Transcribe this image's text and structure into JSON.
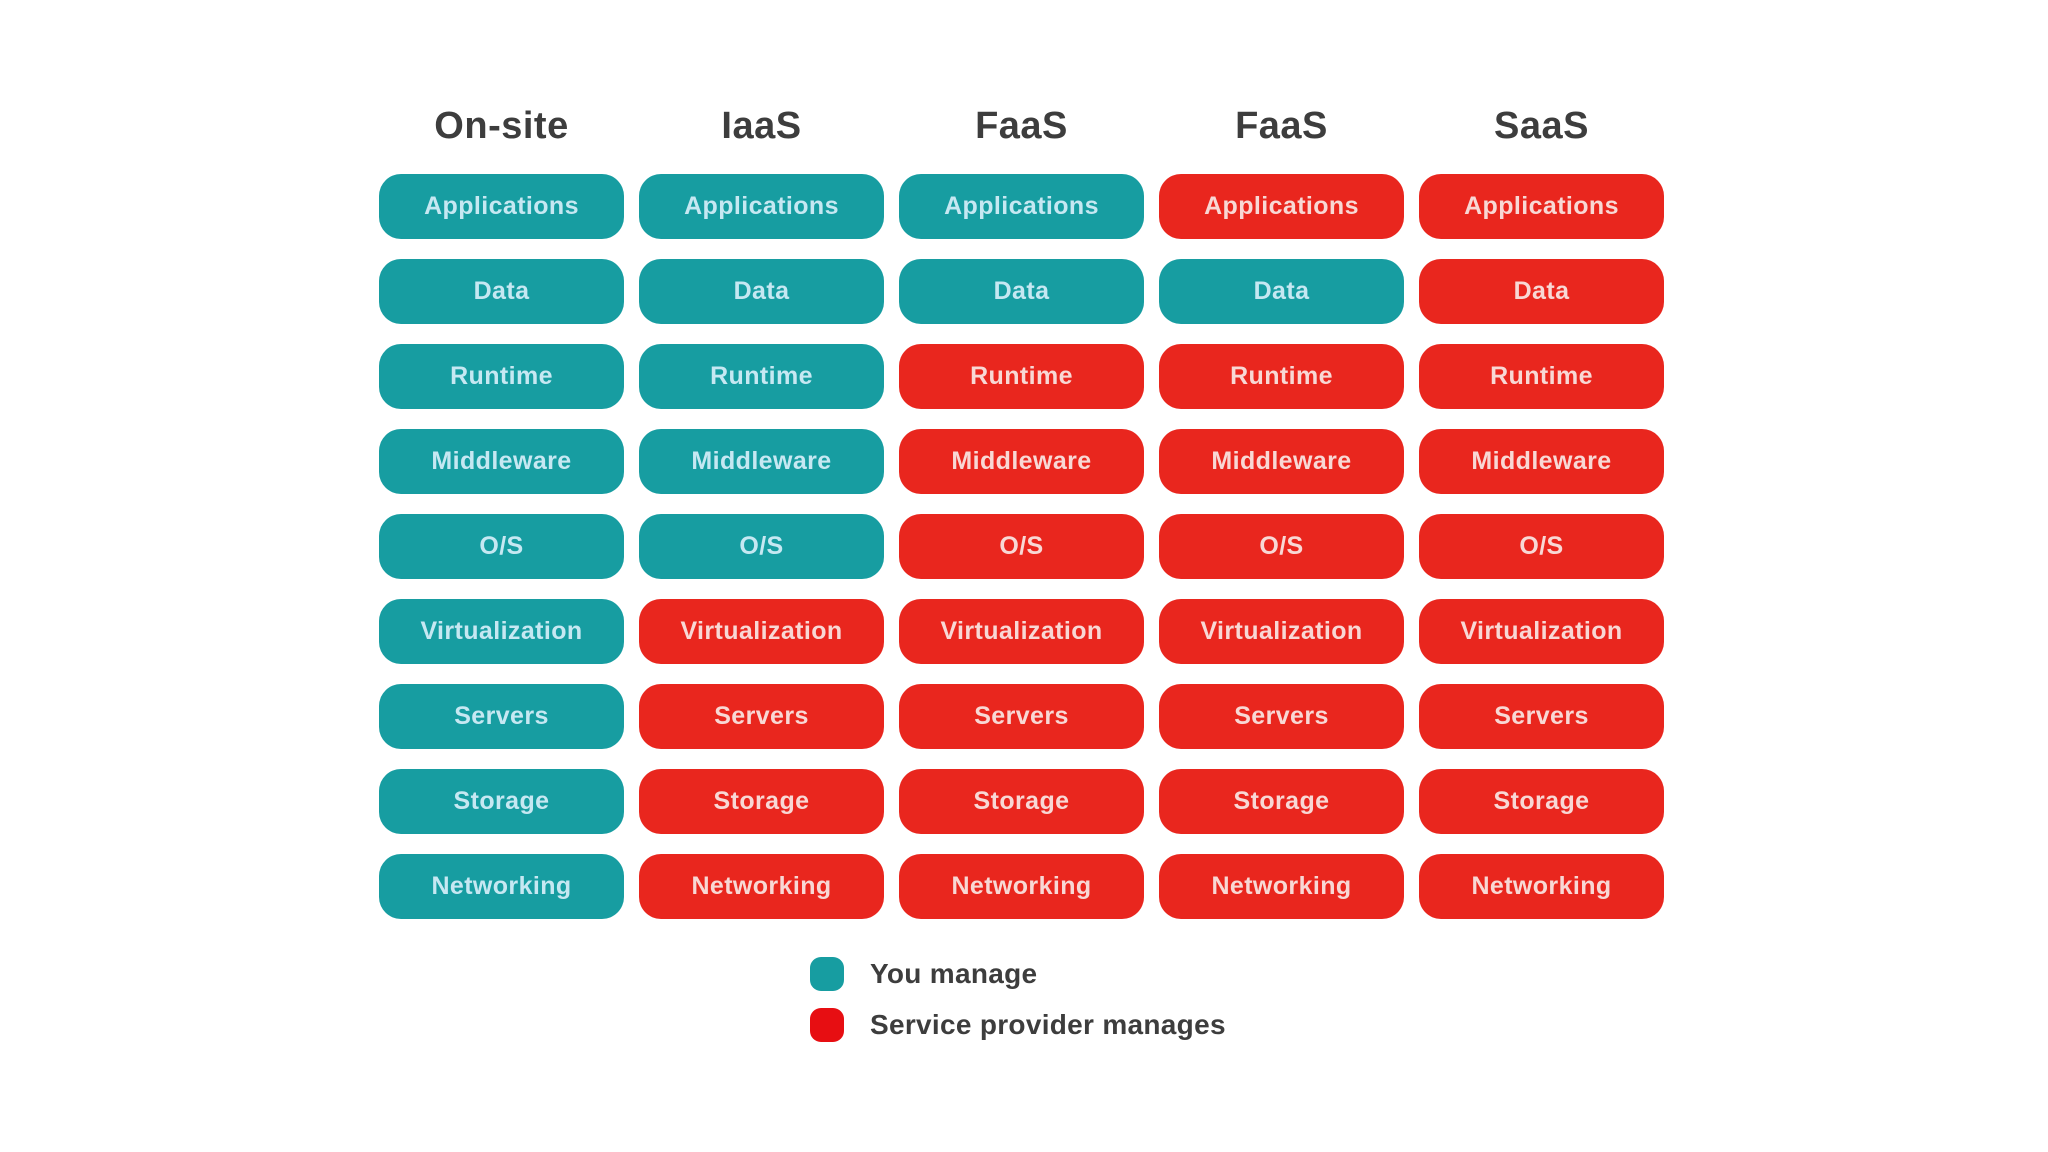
{
  "colors": {
    "you_manage_teal": "#179da1",
    "provider_manage_red": "#e9261e",
    "legend_red": "#e70e12",
    "header_text": "#3d3d3d",
    "pill_text_teal": "#c6e8f2",
    "pill_text_red": "#f8d8d5",
    "background": "#ffffff"
  },
  "columns": [
    {
      "label": "On-site",
      "cells": [
        {
          "text": "Applications",
          "managed_by": "you"
        },
        {
          "text": "Data",
          "managed_by": "you"
        },
        {
          "text": "Runtime",
          "managed_by": "you"
        },
        {
          "text": "Middleware",
          "managed_by": "you"
        },
        {
          "text": "O/S",
          "managed_by": "you"
        },
        {
          "text": "Virtualization",
          "managed_by": "you"
        },
        {
          "text": "Servers",
          "managed_by": "you"
        },
        {
          "text": "Storage",
          "managed_by": "you"
        },
        {
          "text": "Networking",
          "managed_by": "you"
        }
      ]
    },
    {
      "label": "IaaS",
      "cells": [
        {
          "text": "Applications",
          "managed_by": "you"
        },
        {
          "text": "Data",
          "managed_by": "you"
        },
        {
          "text": "Runtime",
          "managed_by": "you"
        },
        {
          "text": "Middleware",
          "managed_by": "you"
        },
        {
          "text": "O/S",
          "managed_by": "you"
        },
        {
          "text": "Virtualization",
          "managed_by": "provider"
        },
        {
          "text": "Servers",
          "managed_by": "provider"
        },
        {
          "text": "Storage",
          "managed_by": "provider"
        },
        {
          "text": "Networking",
          "managed_by": "provider"
        }
      ]
    },
    {
      "label": "FaaS",
      "cells": [
        {
          "text": "Applications",
          "managed_by": "you"
        },
        {
          "text": "Data",
          "managed_by": "you"
        },
        {
          "text": "Runtime",
          "managed_by": "provider"
        },
        {
          "text": "Middleware",
          "managed_by": "provider"
        },
        {
          "text": "O/S",
          "managed_by": "provider"
        },
        {
          "text": "Virtualization",
          "managed_by": "provider"
        },
        {
          "text": "Servers",
          "managed_by": "provider"
        },
        {
          "text": "Storage",
          "managed_by": "provider"
        },
        {
          "text": "Networking",
          "managed_by": "provider"
        }
      ]
    },
    {
      "label": "FaaS",
      "cells": [
        {
          "text": "Applications",
          "managed_by": "provider"
        },
        {
          "text": "Data",
          "managed_by": "you"
        },
        {
          "text": "Runtime",
          "managed_by": "provider"
        },
        {
          "text": "Middleware",
          "managed_by": "provider"
        },
        {
          "text": "O/S",
          "managed_by": "provider"
        },
        {
          "text": "Virtualization",
          "managed_by": "provider"
        },
        {
          "text": "Servers",
          "managed_by": "provider"
        },
        {
          "text": "Storage",
          "managed_by": "provider"
        },
        {
          "text": "Networking",
          "managed_by": "provider"
        }
      ]
    },
    {
      "label": "SaaS",
      "cells": [
        {
          "text": "Applications",
          "managed_by": "provider"
        },
        {
          "text": "Data",
          "managed_by": "provider"
        },
        {
          "text": "Runtime",
          "managed_by": "provider"
        },
        {
          "text": "Middleware",
          "managed_by": "provider"
        },
        {
          "text": "O/S",
          "managed_by": "provider"
        },
        {
          "text": "Virtualization",
          "managed_by": "provider"
        },
        {
          "text": "Servers",
          "managed_by": "provider"
        },
        {
          "text": "Storage",
          "managed_by": "provider"
        },
        {
          "text": "Networking",
          "managed_by": "provider"
        }
      ]
    }
  ],
  "legend": {
    "items": [
      {
        "label": "You manage",
        "type": "you"
      },
      {
        "label": "Service provider manages",
        "type": "provider"
      }
    ]
  }
}
